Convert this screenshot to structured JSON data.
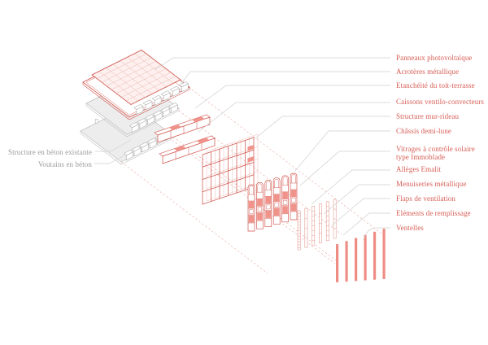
{
  "diagram": {
    "right_labels": [
      {
        "text": "Panneaux photovoltaïque"
      },
      {
        "text": "Acrotères métallique"
      },
      {
        "text": "Etanchéité du toit-terrasse"
      },
      {
        "text": "Caissons ventilo-convecteurs"
      },
      {
        "text": "Structure mur-rideau"
      },
      {
        "text": "Châssis demi-lune"
      },
      {
        "text": "Vitrages à contrôle solaire",
        "text2": "type Immoblade"
      },
      {
        "text": "Allèges Emalit"
      },
      {
        "text": "Menuiseries métallique"
      },
      {
        "text": "Flaps de ventilation"
      },
      {
        "text": "Eléments de remplissage"
      },
      {
        "text": "Ventelles"
      }
    ],
    "left_labels": [
      {
        "text": "Structure en béton existante"
      },
      {
        "text": "Voutains en béton"
      }
    ],
    "colors": {
      "label_red": "#d65e56",
      "line_red": "#cf5048",
      "line_red_light": "#eab8b2",
      "fill_pink": "#f0938b",
      "fill_panel": "#fdf0ee",
      "label_gray": "#9c9c9c",
      "slab_fill": "#ededed",
      "slab_stroke": "#bdbdbd",
      "box_stroke": "#b2b2b2",
      "leader_gray": "#d0d0d0",
      "dashed_red": "#e9aba4",
      "strip_red": "#e0948c",
      "vent_fill": "#ee8d84"
    }
  }
}
